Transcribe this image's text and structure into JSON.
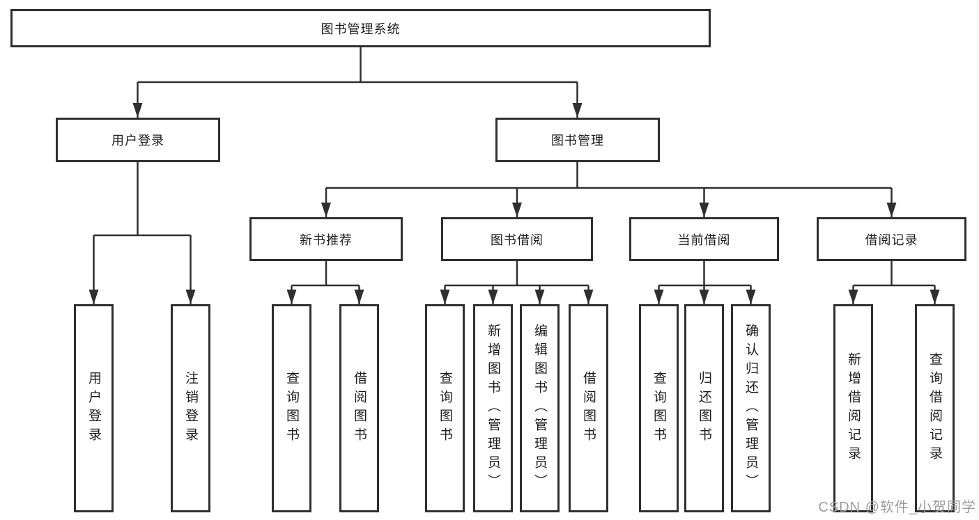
{
  "diagram_title": "图书管理系统",
  "tree": {
    "root": "图书管理系统",
    "children": [
      {
        "label": "用户登录",
        "children": [
          "用户登录",
          "注销登录"
        ]
      },
      {
        "label": "图书管理",
        "children": [
          {
            "label": "新书推荐",
            "children": [
              "查询图书",
              "借阅图书"
            ]
          },
          {
            "label": "图书借阅",
            "children": [
              "查询图书",
              "新增图书（管理员）",
              "编辑图书（管理员）",
              "借阅图书"
            ]
          },
          {
            "label": "当前借阅",
            "children": [
              "查询图书",
              "归还图书",
              "确认归还（管理员）"
            ]
          },
          {
            "label": "借阅记录",
            "children": [
              "新增借阅记录",
              "查询借阅记录"
            ]
          }
        ]
      }
    ]
  },
  "watermark": {
    "text": "CSDN @软件_小贺同学",
    "color": "#9c9c9c"
  },
  "colors": {
    "background": "#ffffff",
    "line": "#2f2f2f",
    "box_border": "#2f2f2f",
    "text": "#1c1c1c"
  }
}
